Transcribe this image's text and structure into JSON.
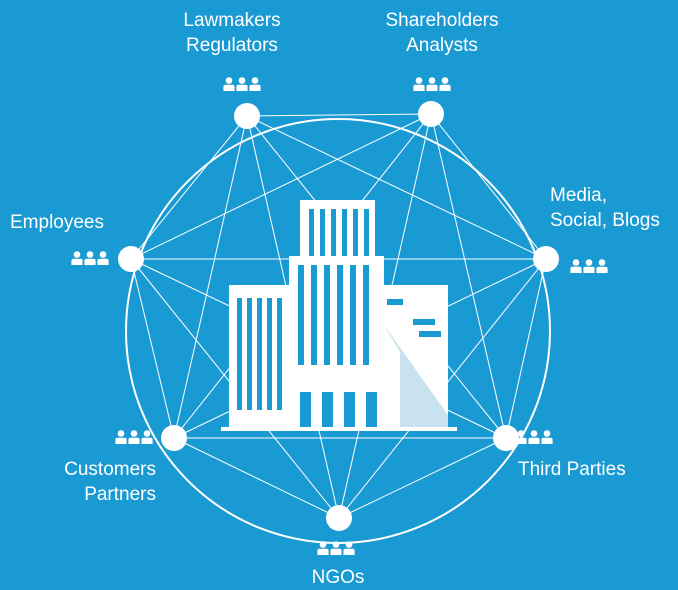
{
  "background_color": "#1a9ad3",
  "line_color": "#ffffff",
  "building_color": "#ffffff",
  "building_shadow_color": "#c9e2ef",
  "center": {
    "label": "",
    "icon": "office-building-icon"
  },
  "stakeholders": [
    {
      "id": "lawmakers",
      "lines": [
        "Lawmakers",
        "Regulators"
      ],
      "icon": "people-group-icon"
    },
    {
      "id": "shareholders",
      "lines": [
        "Shareholders",
        "Analysts"
      ],
      "icon": "people-group-icon"
    },
    {
      "id": "media",
      "lines": [
        "Media,",
        "Social, Blogs"
      ],
      "icon": "people-group-icon"
    },
    {
      "id": "third-parties",
      "lines": [
        "Third Parties"
      ],
      "icon": "people-group-icon"
    },
    {
      "id": "ngos",
      "lines": [
        "NGOs"
      ],
      "icon": "people-group-icon"
    },
    {
      "id": "customers",
      "lines": [
        "Customers",
        "Partners"
      ],
      "icon": "people-group-icon"
    },
    {
      "id": "employees",
      "lines": [
        "Employees"
      ],
      "icon": "people-group-icon"
    }
  ]
}
